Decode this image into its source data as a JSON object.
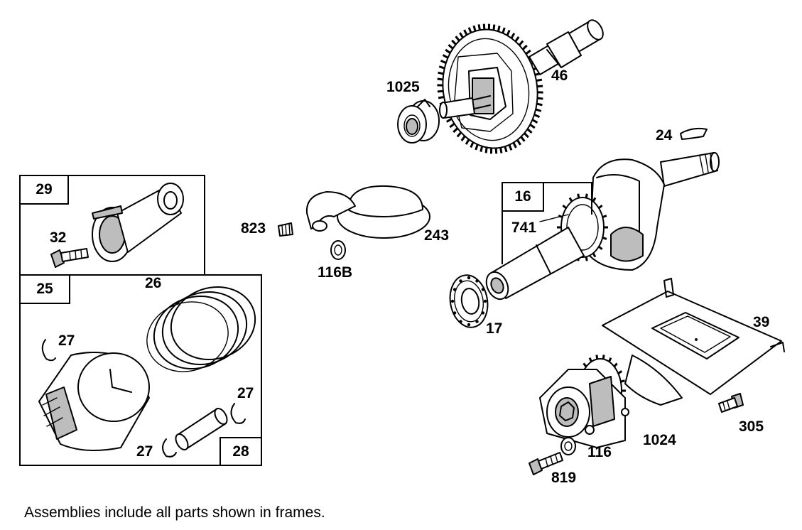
{
  "parts": [
    {
      "id": "p1025",
      "number": "1025"
    },
    {
      "id": "p46",
      "number": "46"
    },
    {
      "id": "p24",
      "number": "24"
    },
    {
      "id": "p823",
      "number": "823"
    },
    {
      "id": "p243",
      "number": "243"
    },
    {
      "id": "p116B",
      "number": "116B"
    },
    {
      "id": "p741",
      "number": "741"
    },
    {
      "id": "p17",
      "number": "17"
    },
    {
      "id": "p39",
      "number": "39"
    },
    {
      "id": "p32",
      "number": "32"
    },
    {
      "id": "p26",
      "number": "26"
    },
    {
      "id": "p27a",
      "number": "27"
    },
    {
      "id": "p27b",
      "number": "27"
    },
    {
      "id": "p27c",
      "number": "27"
    },
    {
      "id": "p305",
      "number": "305"
    },
    {
      "id": "p1024",
      "number": "1024"
    },
    {
      "id": "p116",
      "number": "116"
    },
    {
      "id": "p819",
      "number": "819"
    }
  ],
  "frames": [
    {
      "id": "f29",
      "number": "29"
    },
    {
      "id": "f25",
      "number": "25"
    },
    {
      "id": "f28",
      "number": "28"
    },
    {
      "id": "f16",
      "number": "16"
    }
  ],
  "footnote": "Assemblies include all parts shown in frames."
}
